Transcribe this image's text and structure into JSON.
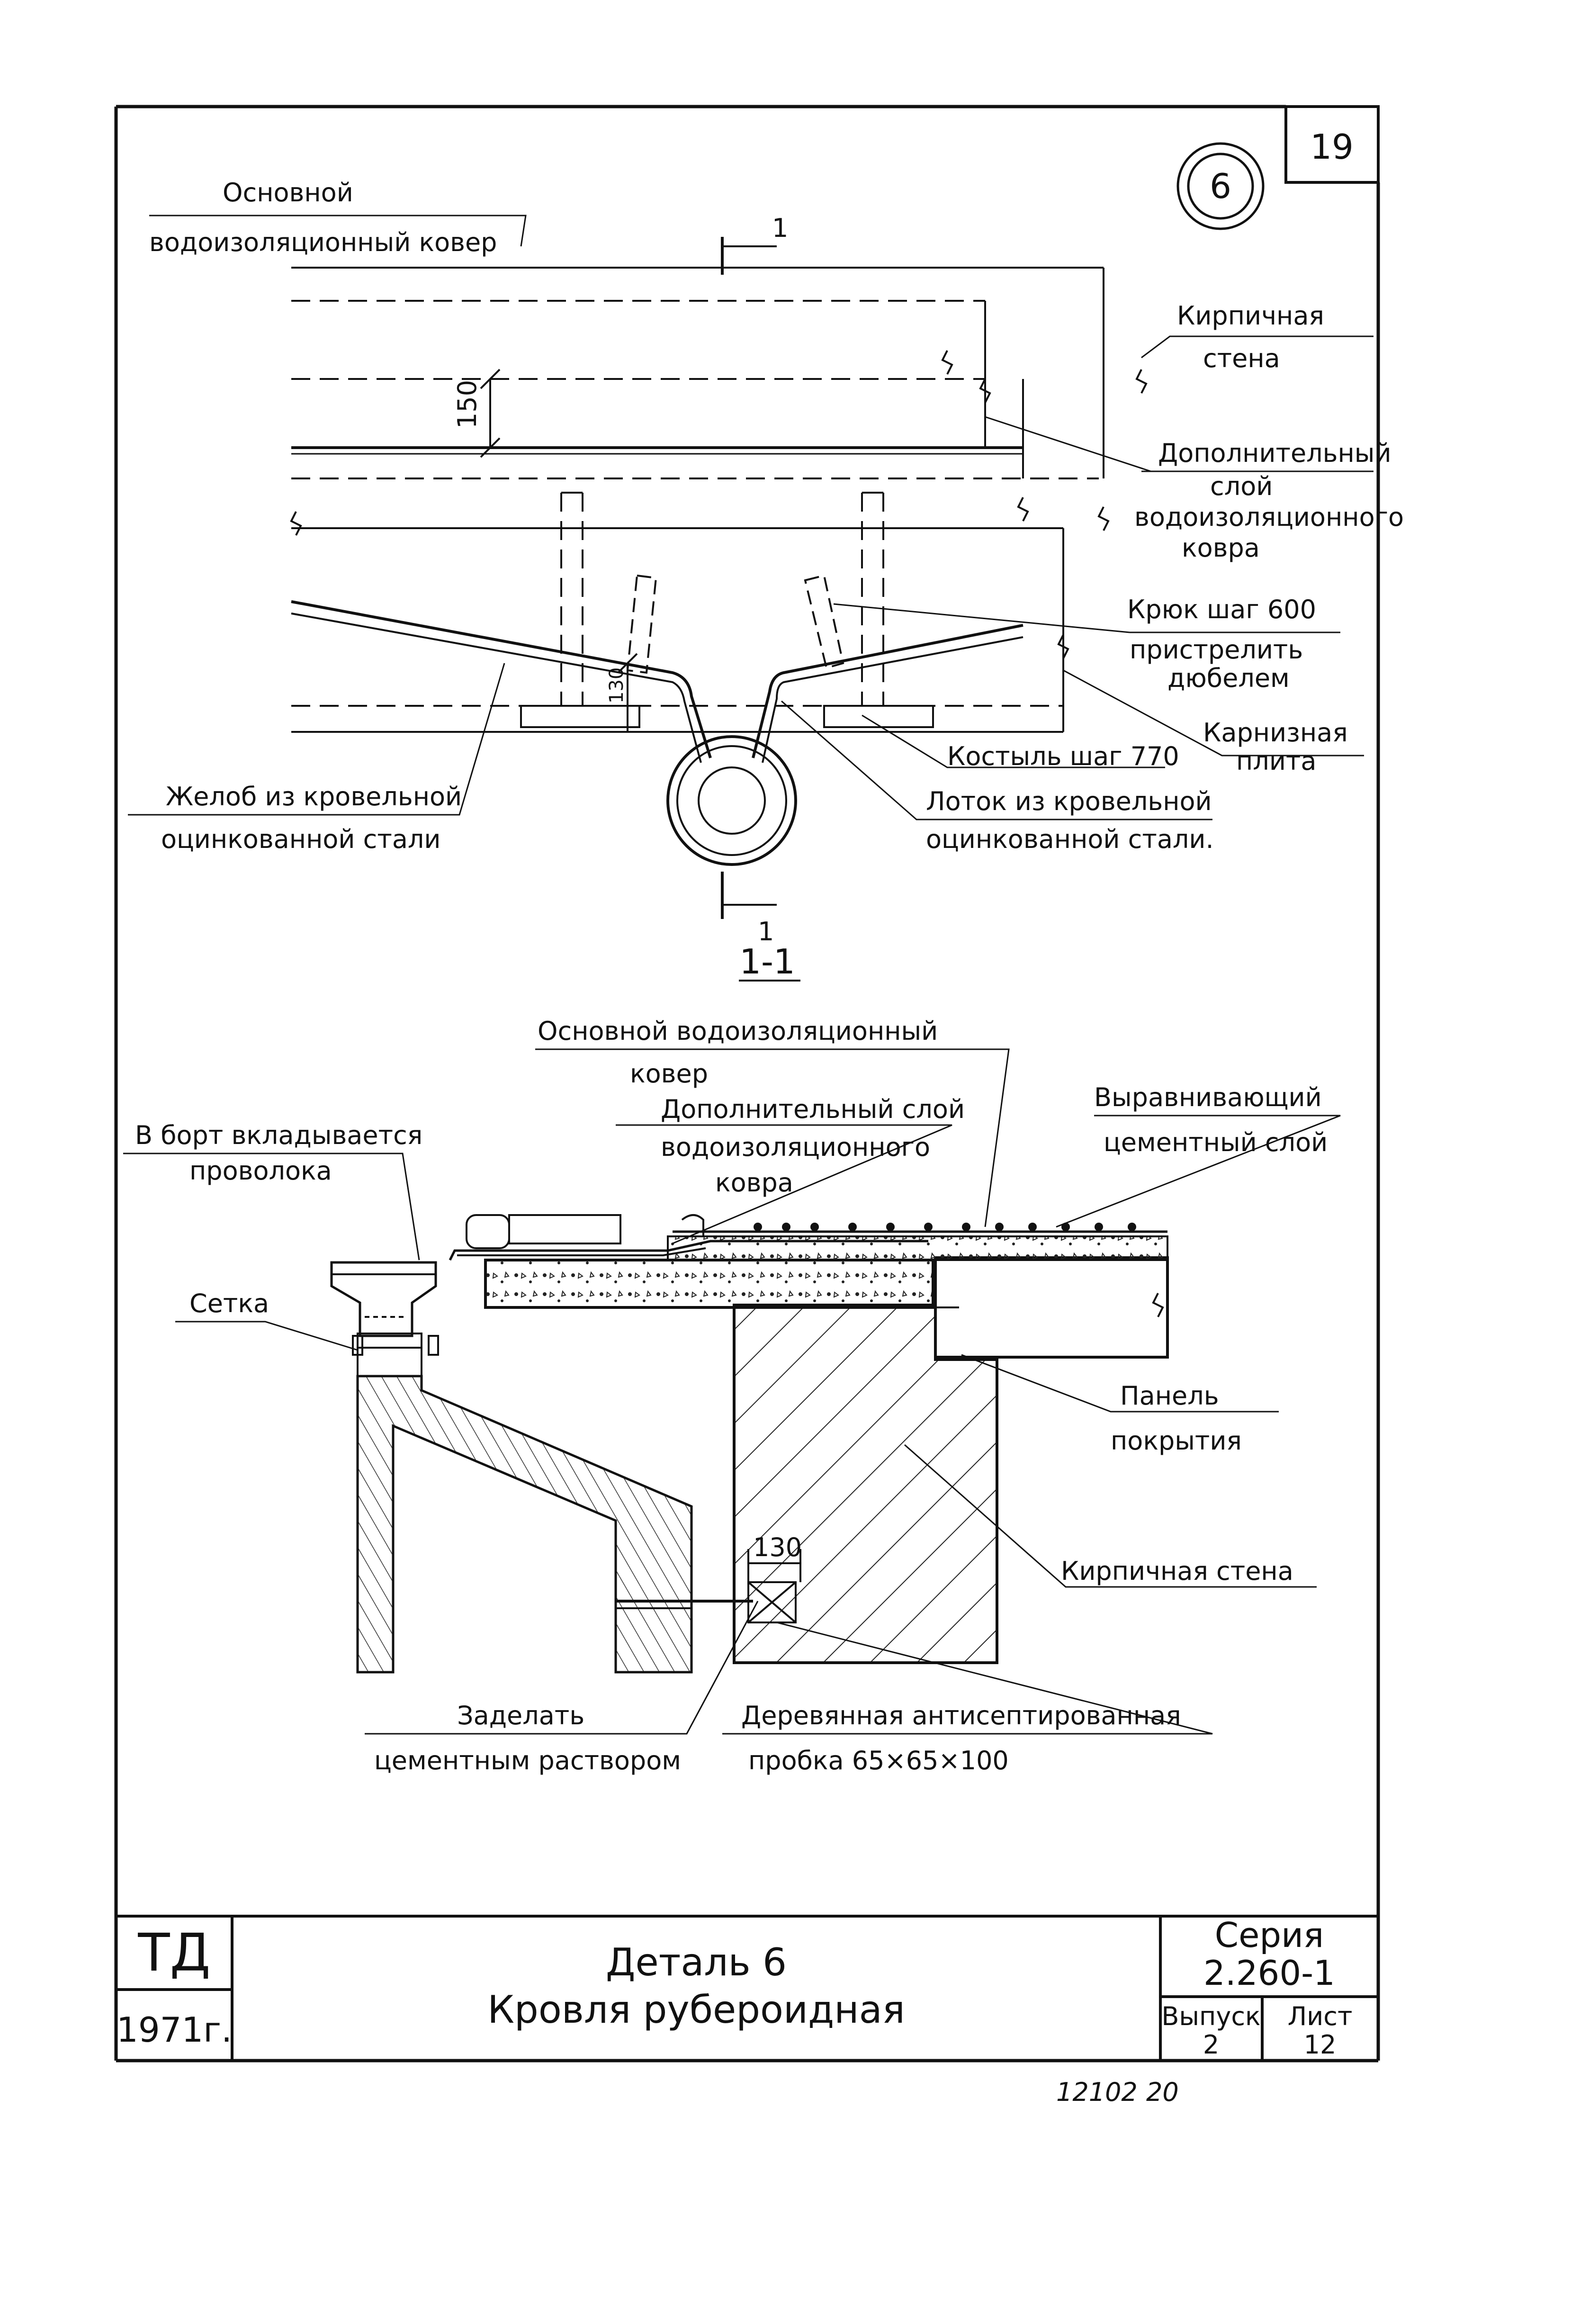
{
  "sheet": {
    "detail_number": "6",
    "corner_number": "19",
    "stamp_org": "ТД",
    "stamp_year": "1971г.",
    "title_line1": "Деталь 6",
    "title_line2": "Кровля рубероидная",
    "series_label": "Серия",
    "series_value": "2.260-1",
    "issue_label": "Выпуск",
    "issue_value": "2",
    "sheet_label": "Лист",
    "sheet_value": "12",
    "footer_code": "12102",
    "footer_page": "20"
  },
  "plan": {
    "label_main_carpet_1": "Основной",
    "label_main_carpet_2": "водоизоляционный ковер",
    "section_mark": "1",
    "dim_150": "150",
    "dim_130": "130",
    "label_brick_wall_1": "Кирпичная",
    "label_brick_wall_2": "стена",
    "label_extra_layer_1": "Дополнительный",
    "label_extra_layer_2": "слой",
    "label_extra_layer_3": "водоизоляционного",
    "label_extra_layer_4": "ковра",
    "label_hook_1": "Крюк шаг 600",
    "label_hook_2": "пристрелить",
    "label_hook_3": "дюбелем",
    "label_eaves_1": "Карнизная",
    "label_eaves_2": "плита",
    "label_bracket": "Костыль шаг 770",
    "label_gutter_1": "Желоб из кровельной",
    "label_gutter_2": "оцинкованной стали",
    "label_tray_1": "Лоток из кровельной",
    "label_tray_2": "оцинкованной стали."
  },
  "section": {
    "title": "1-1",
    "label_main_carpet_1": "Основной водоизоляционный",
    "label_main_carpet_2": "ковер",
    "label_extra_layer_1": "Дополнительный слой",
    "label_extra_layer_2": "водоизоляционного",
    "label_extra_layer_3": "ковра",
    "label_leveling_1": "Выравнивающий",
    "label_leveling_2": "цементный слой",
    "label_wire_1": "В борт вкладывается",
    "label_wire_2": "проволока",
    "label_mesh": "Сетка",
    "label_panel_1": "Панель",
    "label_panel_2": "покрытия",
    "dim_130": "130",
    "label_brick_wall": "Кирпичная стена",
    "label_seal_1": "Заделать",
    "label_seal_2": "цементным раствором",
    "label_plug_1": "Деревянная антисептированная",
    "label_plug_2": "пробка 65×65×100"
  }
}
